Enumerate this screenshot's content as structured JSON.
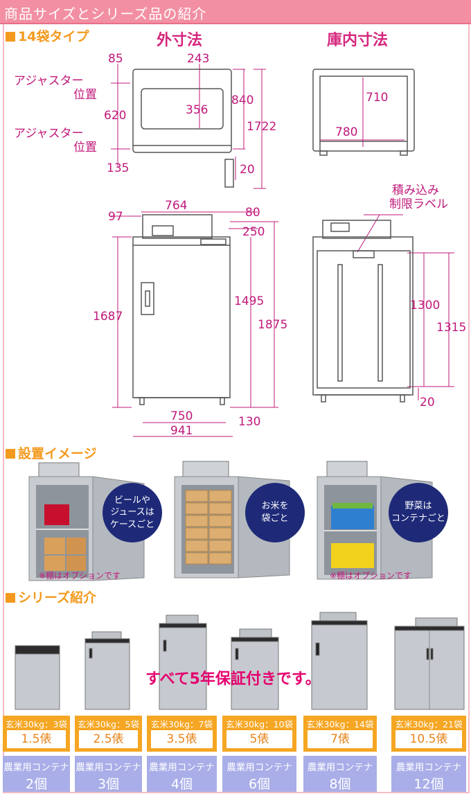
{
  "header": {
    "title": "商品サイズとシリーズ品の紹介"
  },
  "spec": {
    "section": "14袋タイプ",
    "outer_title": "外寸法",
    "inner_title": "庫内寸法",
    "adjuster_1a": "アジャスター",
    "adjuster_1b": "位置",
    "adjuster_2a": "アジャスター",
    "adjuster_2b": "位置",
    "d85": "85",
    "d243": "243",
    "d356": "356",
    "d840": "840",
    "d620": "620",
    "d1722": "1722",
    "d135": "135",
    "d20a": "20",
    "d710": "710",
    "d780": "780",
    "d97": "97",
    "d764": "764",
    "d80": "80",
    "d250": "250",
    "d1495": "1495",
    "d1687": "1687",
    "d1875": "1875",
    "d750": "750",
    "d941": "941",
    "d130": "130",
    "label_a": "積み込み",
    "label_b": "制限ラベル",
    "d1300": "1300",
    "d1315": "1315",
    "d20b": "20"
  },
  "install": {
    "section": "設置イメージ",
    "bubbles": [
      "ビールや\nジュースは\nケースごと",
      "お米を\n袋ごと",
      "野菜は\nコンテナごと"
    ],
    "note1": "※棚はオプションです",
    "note2": "※棚はオプションです"
  },
  "series": {
    "section": "シリーズ紹介",
    "guarantee": "すべて5年保証付きです。",
    "items": [
      {
        "bags": "玄米30kg：3袋",
        "hyo": "1.5俵",
        "container": "農業用コンテナ",
        "count": "2個"
      },
      {
        "bags": "玄米30kg：5袋",
        "hyo": "2.5俵",
        "container": "農業用コンテナ",
        "count": "3個"
      },
      {
        "bags": "玄米30kg：7袋",
        "hyo": "3.5俵",
        "container": "農業用コンテナ",
        "count": "4個"
      },
      {
        "bags": "玄米30kg：10袋",
        "hyo": "5俵",
        "container": "農業用コンテナ",
        "count": "6個"
      },
      {
        "bags": "玄米30kg：14袋",
        "hyo": "7俵",
        "container": "農業用コンテナ",
        "count": "8個"
      },
      {
        "bags": "玄米30kg：21袋",
        "hyo": "10.5俵",
        "container": "農業用コンテナ",
        "count": "12個"
      }
    ]
  }
}
